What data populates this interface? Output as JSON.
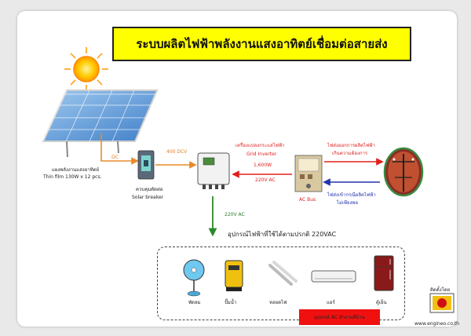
{
  "title": "ระบบผลิตไฟฟ้าพลังงานแสงอาทิตย์เชื่อมต่อสายส่ง",
  "solar_panel": {
    "name": "แผงพลังงานแสงอาทิตย์",
    "spec": "Thin film 130W x 12 pcs."
  },
  "dc_label": "DC",
  "breaker": {
    "name": "ควบคุมตัดต่อ",
    "en": "Solar breaker"
  },
  "dcv_label": "400 DCV",
  "inverter": {
    "th": "เครื่องแปลงกระแสไฟฟ้า",
    "en": "Grid Inverter",
    "power": "1,600W"
  },
  "inverter_to_bus": "220V AC",
  "ac_bus": "AC Bus",
  "grid_out": [
    "ไฟส่งออกการผลิตไฟฟ้า",
    "เกินความต้องการ"
  ],
  "grid_in": [
    "ไฟส่งเข้ากรณีผลิตไฟฟ้า",
    "ไม่เพียงพอ"
  ],
  "down_label": "220V AC",
  "appliances_title": "อุปกรณ์ไฟฟ้าที่ใช้ได้ตามปรกติ 220VAC",
  "appliances": [
    "พัดลม",
    "ปั๊มน้ำ",
    "หลอดไฟ",
    "แอร์",
    "ตู้เย็น"
  ],
  "ac_equipment": "อุปกรณ์ AC ทำงานที่บ้าน",
  "installer": "ติดตั้งโดย",
  "website": "www.engineo.co.th",
  "colors": {
    "title_bg": "#ffff00",
    "red_arrow": "#e0201e",
    "blue_arrow": "#2233aa",
    "orange_arrow": "#e88a2a",
    "green_arrow": "#2a8a2a"
  }
}
